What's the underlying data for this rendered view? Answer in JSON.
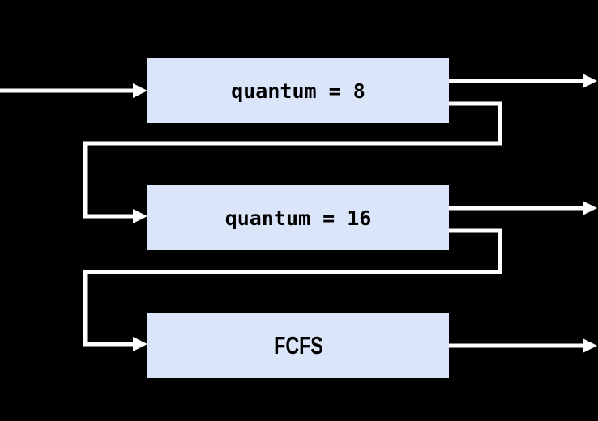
{
  "diagram": {
    "queues": [
      {
        "label": "quantum = 8"
      },
      {
        "label": "quantum = 16"
      },
      {
        "label": "FCFS"
      }
    ],
    "colors": {
      "background": "#000000",
      "queue_fill": "#dbe5f9",
      "arrow": "#ffffff",
      "label_text": "#000000"
    }
  }
}
